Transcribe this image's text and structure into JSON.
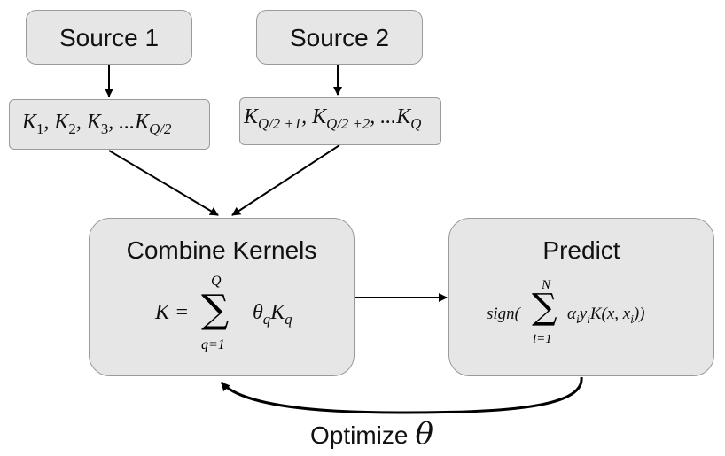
{
  "source1": {
    "label": "Source 1"
  },
  "source2": {
    "label": "Source 2"
  },
  "kernels1": {
    "parts": [
      "K",
      "1",
      ", K",
      "2",
      ", K",
      "3",
      ", ...K",
      "Q/2"
    ]
  },
  "kernels2": {
    "parts": [
      "K",
      "Q/2 +1",
      ", K",
      "Q/2 +2",
      ", ...K",
      "Q"
    ]
  },
  "combine": {
    "title": "Combine Kernels",
    "formula_lhs": "K =",
    "sum_upper": "Q",
    "sum_lower": "q=1",
    "term_base": "θ",
    "term_sub": "q",
    "term_k": "K",
    "term_k_sub": "q"
  },
  "predict": {
    "title": "Predict",
    "fn": "sign(",
    "sum_upper": "N",
    "sum_lower": "i=1",
    "a": "α",
    "a_sub": "i",
    "y": "y",
    "y_sub": "i",
    "kernel": "K(x, x",
    "kernel_sub": "i",
    "close": "))"
  },
  "loop": {
    "label": "Optimize",
    "symbol": "θ"
  }
}
